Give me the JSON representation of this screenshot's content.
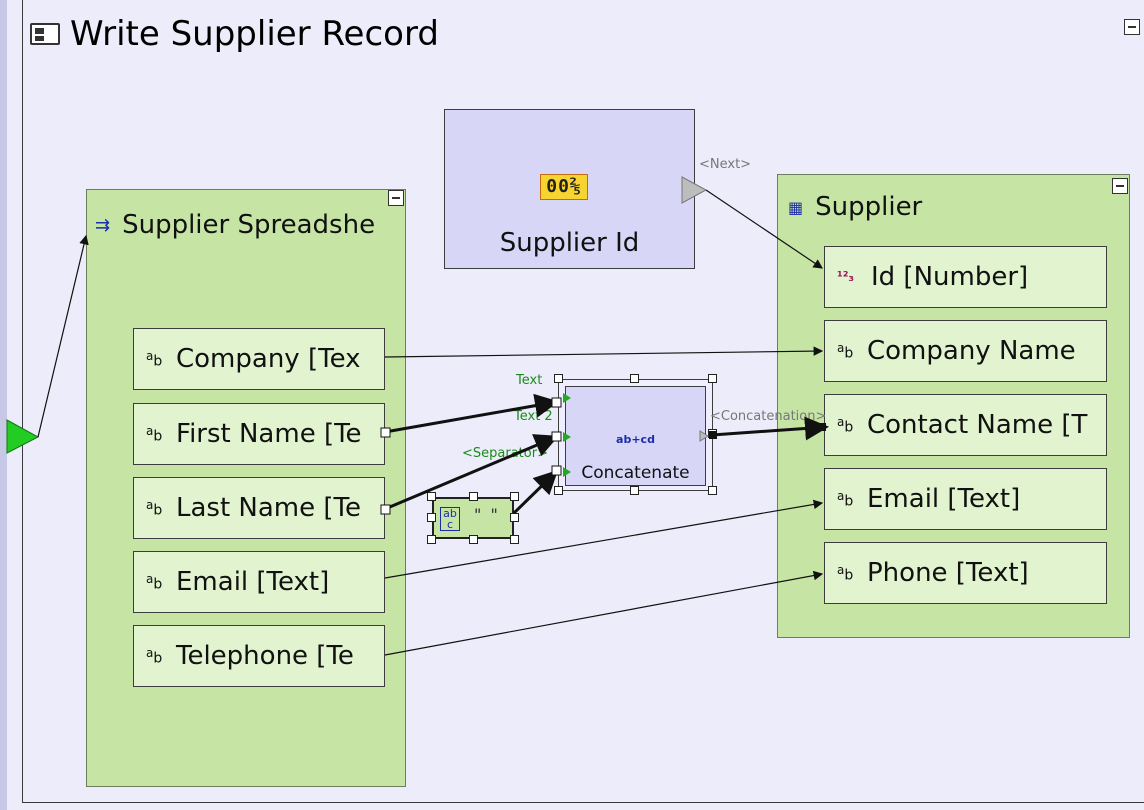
{
  "title": "Write Supplier Record",
  "spreadsheet": {
    "title": "Supplier Spreadshe",
    "fields": [
      "Company [Tex",
      "First Name [Te",
      "Last Name [Te",
      "Email [Text]",
      "Telephone [Te"
    ]
  },
  "supplier_id": {
    "label": "Supplier Id",
    "icon_text": "00⅖",
    "next_label": "<Next>"
  },
  "supplier": {
    "title": "Supplier",
    "id_field": "Id [Number]",
    "fields": [
      "Company Name",
      "Contact Name [T",
      "Email [Text]",
      "Phone [Text]"
    ]
  },
  "concatenate": {
    "label": "Concatenate",
    "icon_text": "ab+cd",
    "ports": {
      "text1": "Text",
      "text2": "Text 2",
      "separator": "<Separator>"
    },
    "output_label": "<Concatenation>"
  },
  "constant": {
    "value": "\" \""
  },
  "icons": {
    "title": "layout-window-icon",
    "spreadsheet": "list-icon",
    "supplier": "database-table-icon",
    "text_field": "text-ab-icon",
    "number_field": "number-123-icon"
  },
  "colors": {
    "panel_green": "#c6e5a5",
    "field_green": "#e2f3d0",
    "node_blue": "#d8d6f7",
    "background": "#ececfa",
    "port_green": "#1b8a1b"
  }
}
